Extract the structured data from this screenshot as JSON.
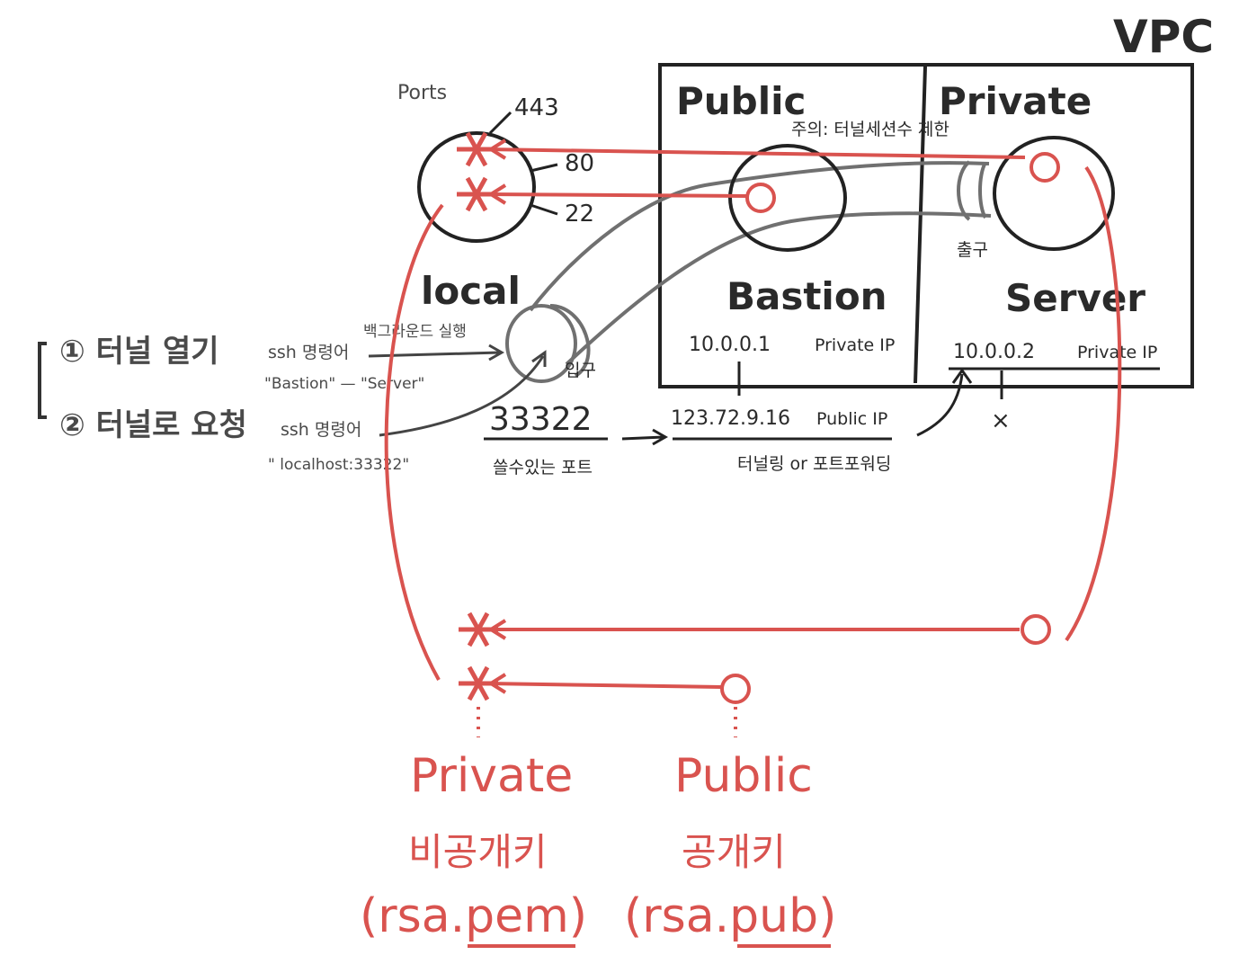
{
  "vpc": {
    "label": "VPC"
  },
  "subnets": {
    "public": {
      "label": "Public"
    },
    "private": {
      "label": "Private"
    },
    "note": "주의: 터널세션수 제한"
  },
  "local": {
    "label": "local",
    "ports_label": "Ports",
    "ports": [
      "443",
      "80",
      "22"
    ]
  },
  "bastion": {
    "label": "Bastion",
    "private_ip": "10.0.0.1",
    "private_ip_label": "Private IP",
    "public_ip": "123.72.9.16",
    "public_ip_label": "Public IP"
  },
  "server": {
    "label": "Server",
    "private_ip": "10.0.0.2",
    "private_ip_label": "Private IP",
    "blocked_mark": "×"
  },
  "tunnel": {
    "entrance_label": "입구",
    "exit_label": "출구",
    "local_port": "33322",
    "local_port_caption": "쓸수있는 포트",
    "forwarding_caption": "터널링 or 포트포워딩"
  },
  "steps": {
    "step1": "① 터널 열기",
    "step2": "② 터널로 요청",
    "cmd1_title": "ssh 명령어",
    "cmd1_bg": "백그라운드 실행",
    "cmd1_args": "\"Bastion\" — \"Server\"",
    "cmd2_title": "ssh 명령어",
    "cmd2_args": "\" localhost:33322\""
  },
  "keys": {
    "private": {
      "label": "Private",
      "korean": "비공개키",
      "file": "(rsa.pem)"
    },
    "public": {
      "label": "Public",
      "korean": "공개키",
      "file": "(rsa.pub)"
    }
  },
  "colors": {
    "ink": "#2a2a2a",
    "accent": "#d9534f",
    "tunnel": "#707070"
  }
}
